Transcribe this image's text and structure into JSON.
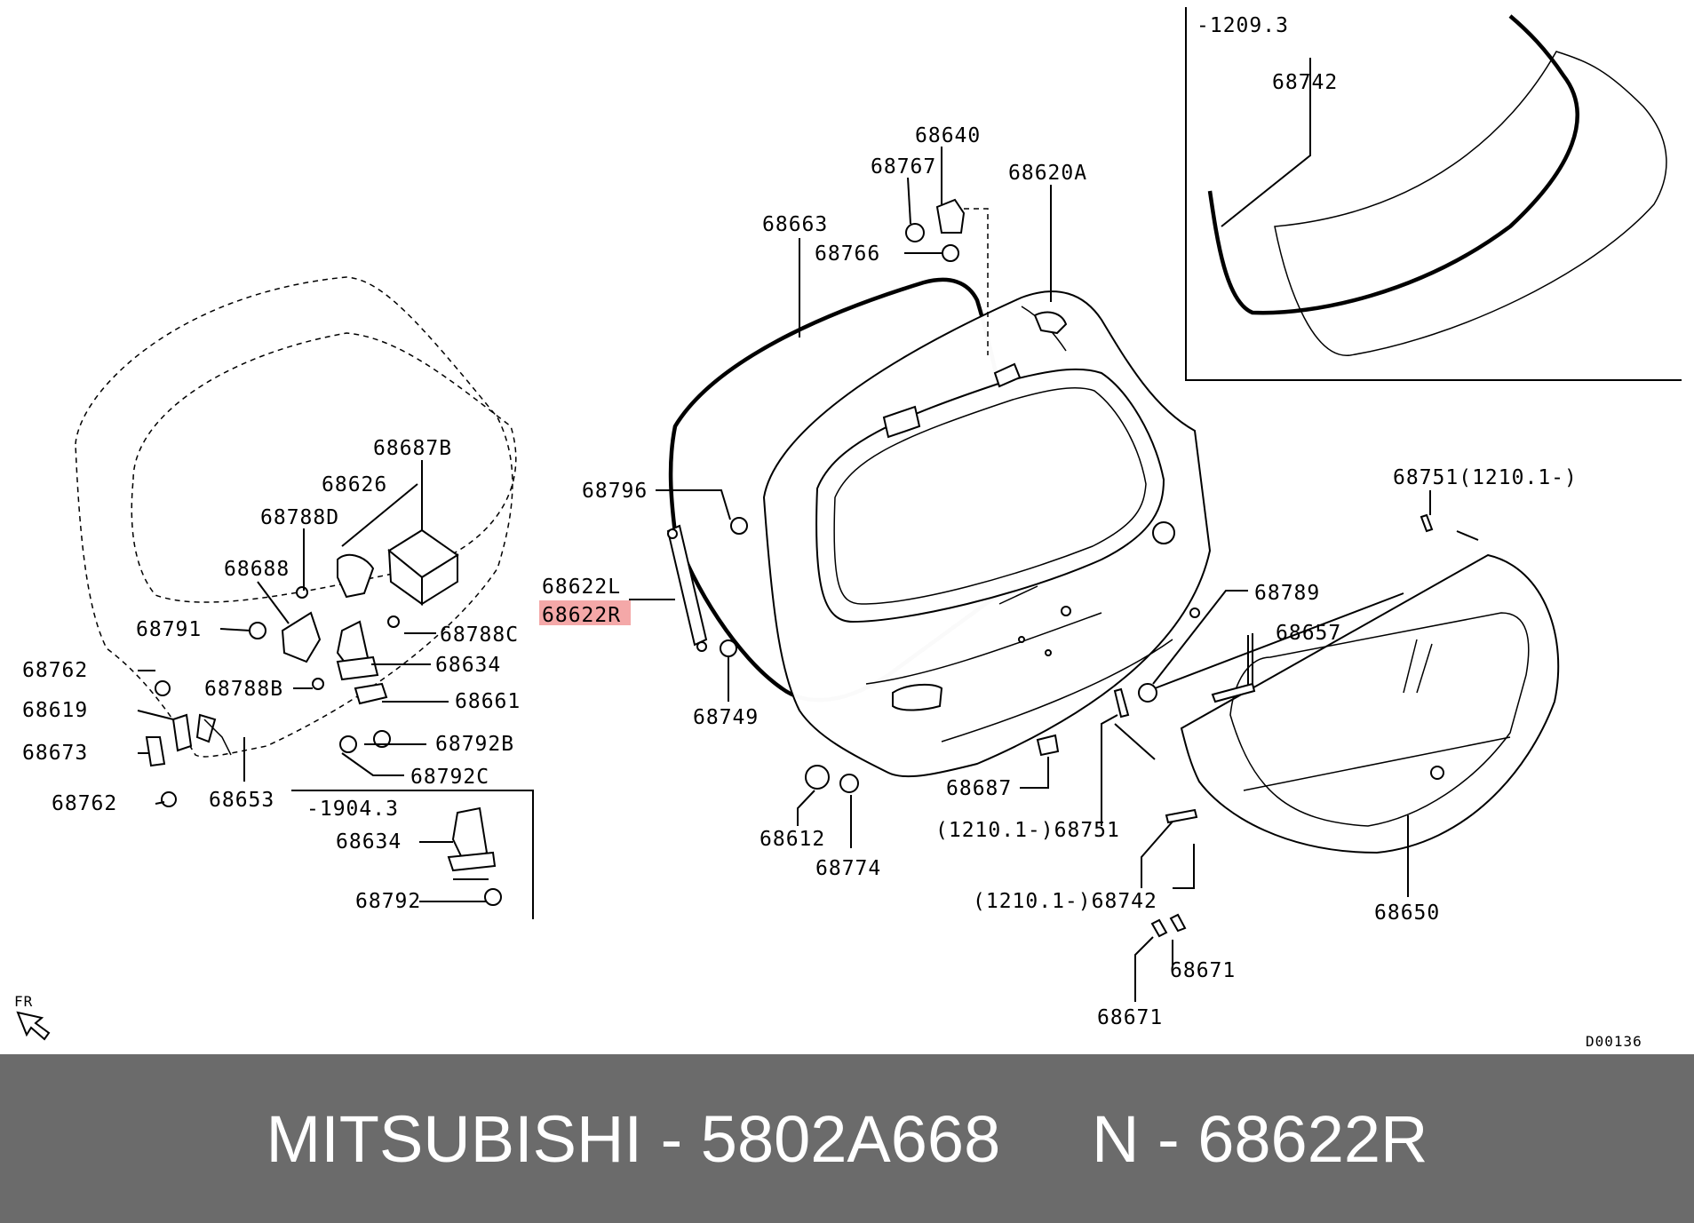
{
  "labels": {
    "l68640": "68640",
    "l68767": "68767",
    "l68620A": "68620A",
    "l68663": "68663",
    "l68766": "68766",
    "l68742_top": "68742",
    "l1209_3": "-1209.3",
    "l68687B": "68687B",
    "l68626": "68626",
    "l68788D": "68788D",
    "l68688": "68688",
    "l68791": "68791",
    "l68788C": "68788C",
    "l68634": "68634",
    "l68762_a": "68762",
    "l68788B": "68788B",
    "l68661": "68661",
    "l68619": "68619",
    "l68792B": "68792B",
    "l68673": "68673",
    "l68792C": "68792C",
    "l68762_b": "68762",
    "l68653": "68653",
    "l1904_3": "-1904.3",
    "l68634_b": "68634",
    "l68792": "68792",
    "l68796": "68796",
    "l68622L": "68622L",
    "l68622R": "68622R",
    "l68749": "68749",
    "l68751_top": "68751(1210.1-)",
    "l68789": "68789",
    "l68657": "68657",
    "l68687": "68687",
    "l68612": "68612",
    "l68774": "68774",
    "l68751_bottom": "(1210.1-)68751",
    "l68742_bottom": "(1210.1-)68742",
    "l68650": "68650",
    "l68671_a": "68671",
    "l68671_b": "68671",
    "fr": "FR",
    "code": "D00136"
  },
  "highlight_color": "#f4a8a8",
  "footer": {
    "text": "MITSUBISHI - 5802A668     N - 68622R"
  }
}
